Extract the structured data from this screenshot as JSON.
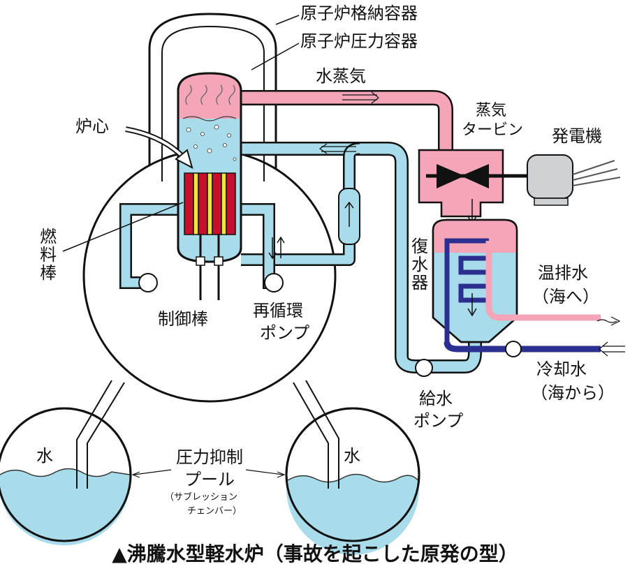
{
  "labels": {
    "containment_vessel": "原子炉格納容器",
    "pressure_vessel": "原子炉圧力容器",
    "steam": "水蒸気",
    "core": "炉心",
    "steam_turbine_1": "蒸気",
    "steam_turbine_2": "タービン",
    "generator": "発電機",
    "fuel_rod": "燃料棒",
    "condenser": "復水器",
    "warm_discharge_1": "温排水",
    "warm_discharge_2": "（海へ）",
    "control_rod": "制御棒",
    "recirc_pump_1": "再循環",
    "recirc_pump_2": "ポンプ",
    "cooling_water_1": "冷却水",
    "cooling_water_2": "（海から）",
    "feed_pump_1": "給水",
    "feed_pump_2": "ポンプ",
    "water_left": "水",
    "water_right": "水",
    "suppression_1": "圧力抑制",
    "suppression_2": "プール",
    "suppression_3": "（サブレッション",
    "suppression_4": "チェンバー）"
  },
  "caption": "▲沸騰水型軽水炉（事故を起こした原発の型）",
  "colors": {
    "steam_pink": "#f4a6b8",
    "water_blue": "#a9dcea",
    "cold_navy": "#2b2f8f",
    "fuel_red": "#c8102e",
    "fuel_yellow": "#f2e24a",
    "outline": "#111111",
    "generator_gray": "#cfd2d4"
  }
}
